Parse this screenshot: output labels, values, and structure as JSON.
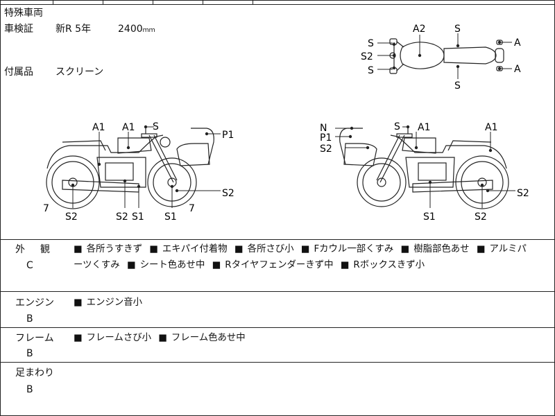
{
  "header": {
    "special_vehicle": "特殊車両",
    "inspection_label": "車検証",
    "inspection_value": "新R 5年",
    "dimension_value": "2400",
    "dimension_unit": "ｍｍ",
    "accessories_label": "付属品",
    "accessories_value": "スクリーン"
  },
  "diagram": {
    "top": {
      "labels": [
        "S",
        "S2",
        "S",
        "A2",
        "S",
        "A",
        "A",
        "S"
      ]
    },
    "left": {
      "labels": [
        "A1",
        "A1",
        "S",
        "P1",
        "S2",
        "7",
        "S2",
        "S2",
        "S1",
        "S1",
        "7"
      ]
    },
    "right": {
      "labels": [
        "N",
        "P1",
        "S2",
        "S",
        "A1",
        "A1",
        "S2",
        "S1",
        "S2"
      ]
    }
  },
  "sections": [
    {
      "title_a": "外",
      "title_b": "観",
      "grade": "C",
      "line1": [
        "各所うすきず",
        "エキパイ付着物",
        "各所さび小",
        "Fカウル一部くすみ",
        "樹脂部色あせ",
        "アルミパ"
      ],
      "line2": [
        "ーツくすみ",
        "シート色あせ中",
        "Rタイヤフェンダーきず中",
        "Rボックスきず小"
      ]
    },
    {
      "title": "エンジン",
      "grade": "B",
      "items": [
        "エンジン音小"
      ]
    },
    {
      "title": "フレーム",
      "grade": "B",
      "items": [
        "フレームさび小",
        "フレーム色あせ中"
      ]
    },
    {
      "title": "足まわり",
      "grade": "B"
    }
  ],
  "bullet": "■"
}
